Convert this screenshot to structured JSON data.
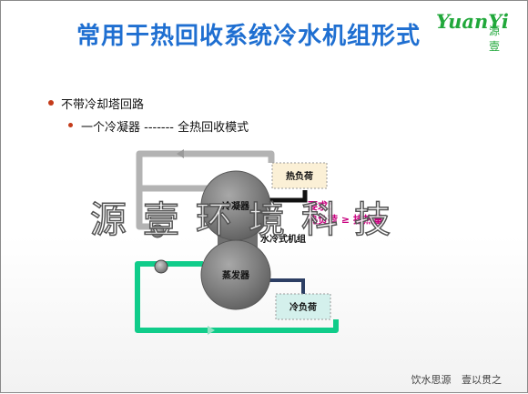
{
  "slide": {
    "title": "常用于热回收系统冷水机组形式",
    "logo": {
      "brand": "YuanYi",
      "cn": "源壹"
    },
    "bullet_1": "不带冷却塔回路",
    "bullet_2": "一个冷凝器 ------- 全热回收模式"
  },
  "diagram": {
    "heat_load": "热负荷",
    "cold_load": "冷负荷",
    "condenser": "冷凝器",
    "evaporator": "蒸发器",
    "unit": "水冷式机组",
    "req_line1": "要求：",
    "req_line2": "热负荷 ≥ 排热量"
  },
  "watermark": "源壹环境科技",
  "footer": {
    "left": "饮水思源",
    "right": "壹以贯之"
  },
  "colors": {
    "title": "#1f6fd1",
    "logo": "#21a83b",
    "cold_loop": "#10cc8a",
    "hot_loop": "#b3b3b3",
    "requirement": "#c8007e"
  }
}
